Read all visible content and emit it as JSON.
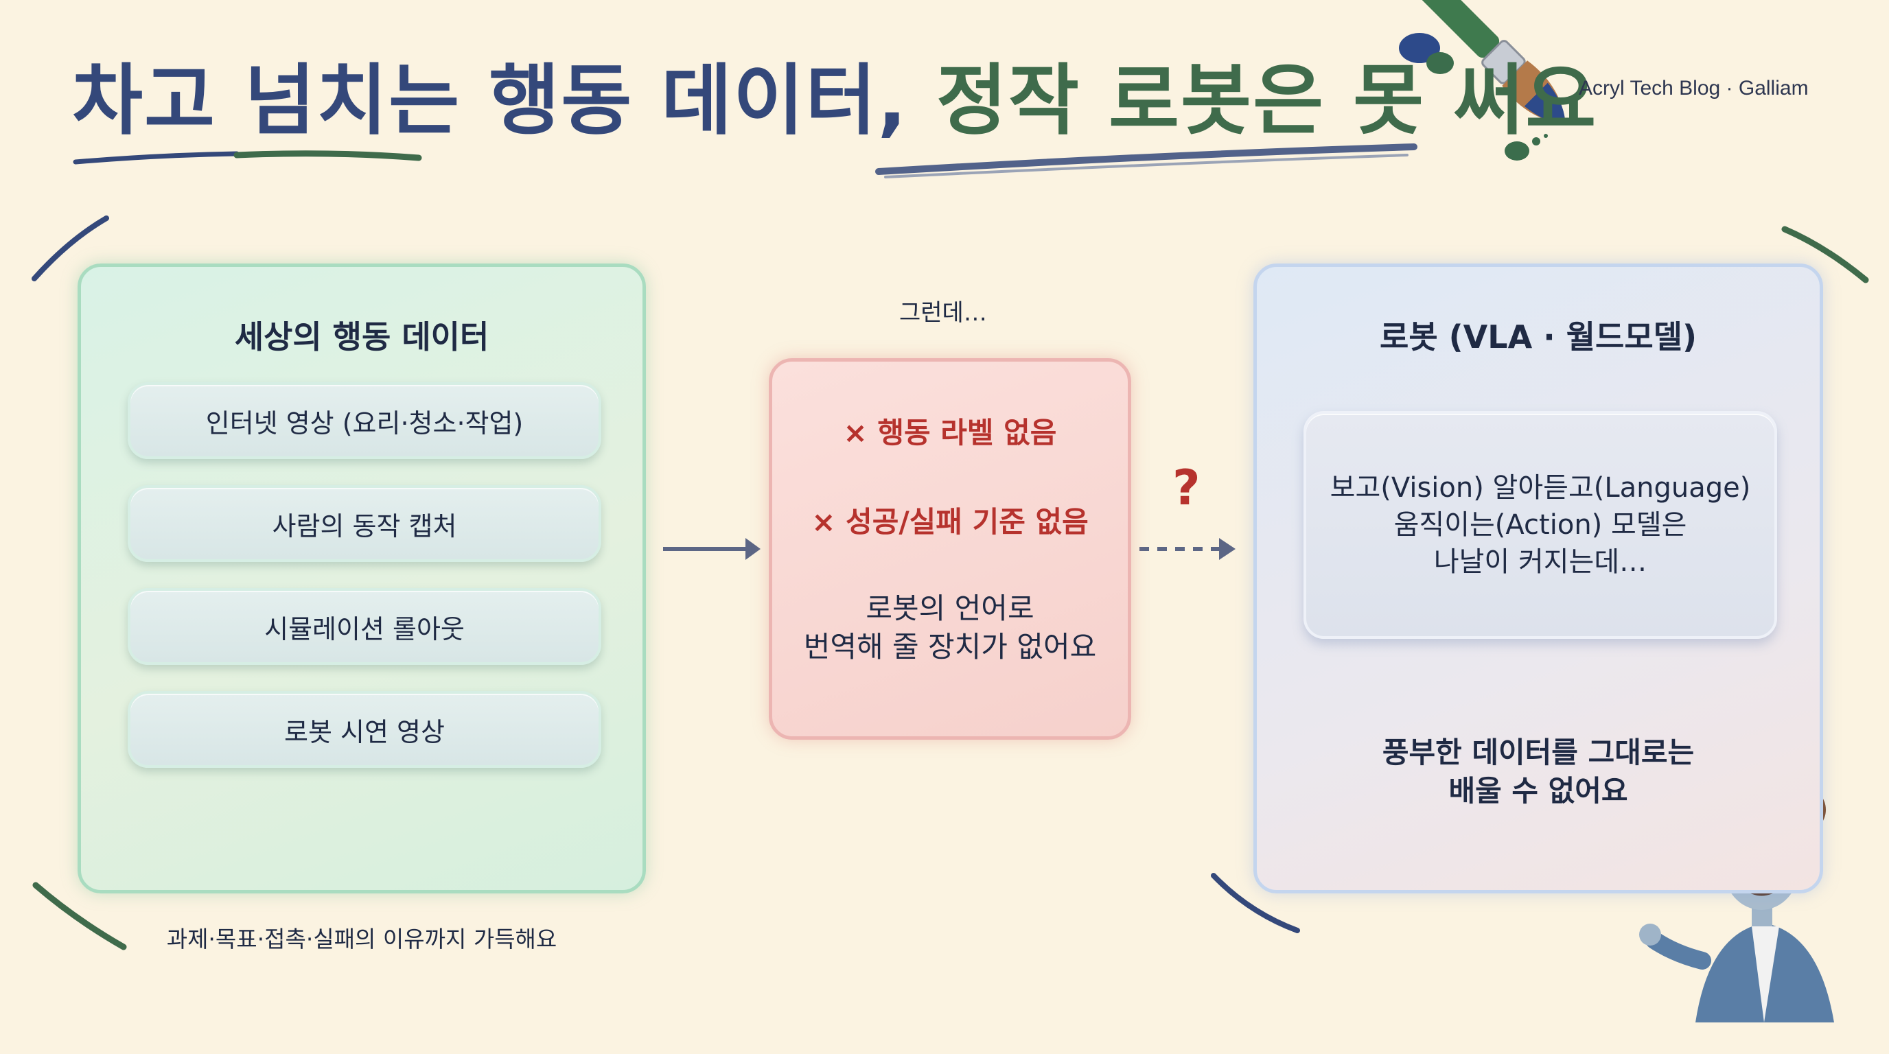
{
  "header": {
    "title_part1": "차고 넘치는 행동 데이터,",
    "title_part2": "정작 로봇은 못 써요",
    "brand": "Acryl Tech Blog · Galliam"
  },
  "left_panel": {
    "title": "세상의 행동 데이터",
    "items": [
      "인터넷 영상 (요리·청소·작업)",
      "사람의 동작 캡처",
      "시뮬레이션 롤아웃",
      "로봇 시연 영상"
    ],
    "caption": "과제·목표·접촉·실패의 이유까지 가득해요"
  },
  "middle_panel": {
    "caption": "그런데…",
    "problem1": "× 행동 라벨 없음",
    "problem2": "× 성공/실패 기준 없음",
    "conclusion": [
      "로봇의 언어로",
      "번역해 줄 장치가 없어요"
    ]
  },
  "question_mark": "?",
  "right_panel": {
    "title": "로봇 (VLA · 월드모델)",
    "box_lines": [
      "보고(Vision) 알아듣고(Language)",
      "움직이는(Action) 모델은",
      "나날이 커지는데…"
    ],
    "conclusion": [
      "풍부한 데이터를 그대로는",
      "배울 수 없어요"
    ]
  },
  "colors": {
    "title_blue": "#34487a",
    "title_green": "#3f6b4b",
    "warning_red": "#b6322d",
    "panel_green": "#a9dcc0",
    "panel_red": "#ecb5b2",
    "panel_blue": "#c4d5ee",
    "background": "#fbf3e1"
  },
  "icons": [
    "paintbrush-icon",
    "paint-splash-icon",
    "arrow-right-icon",
    "dashed-arrow-right-icon",
    "mascot-character"
  ]
}
